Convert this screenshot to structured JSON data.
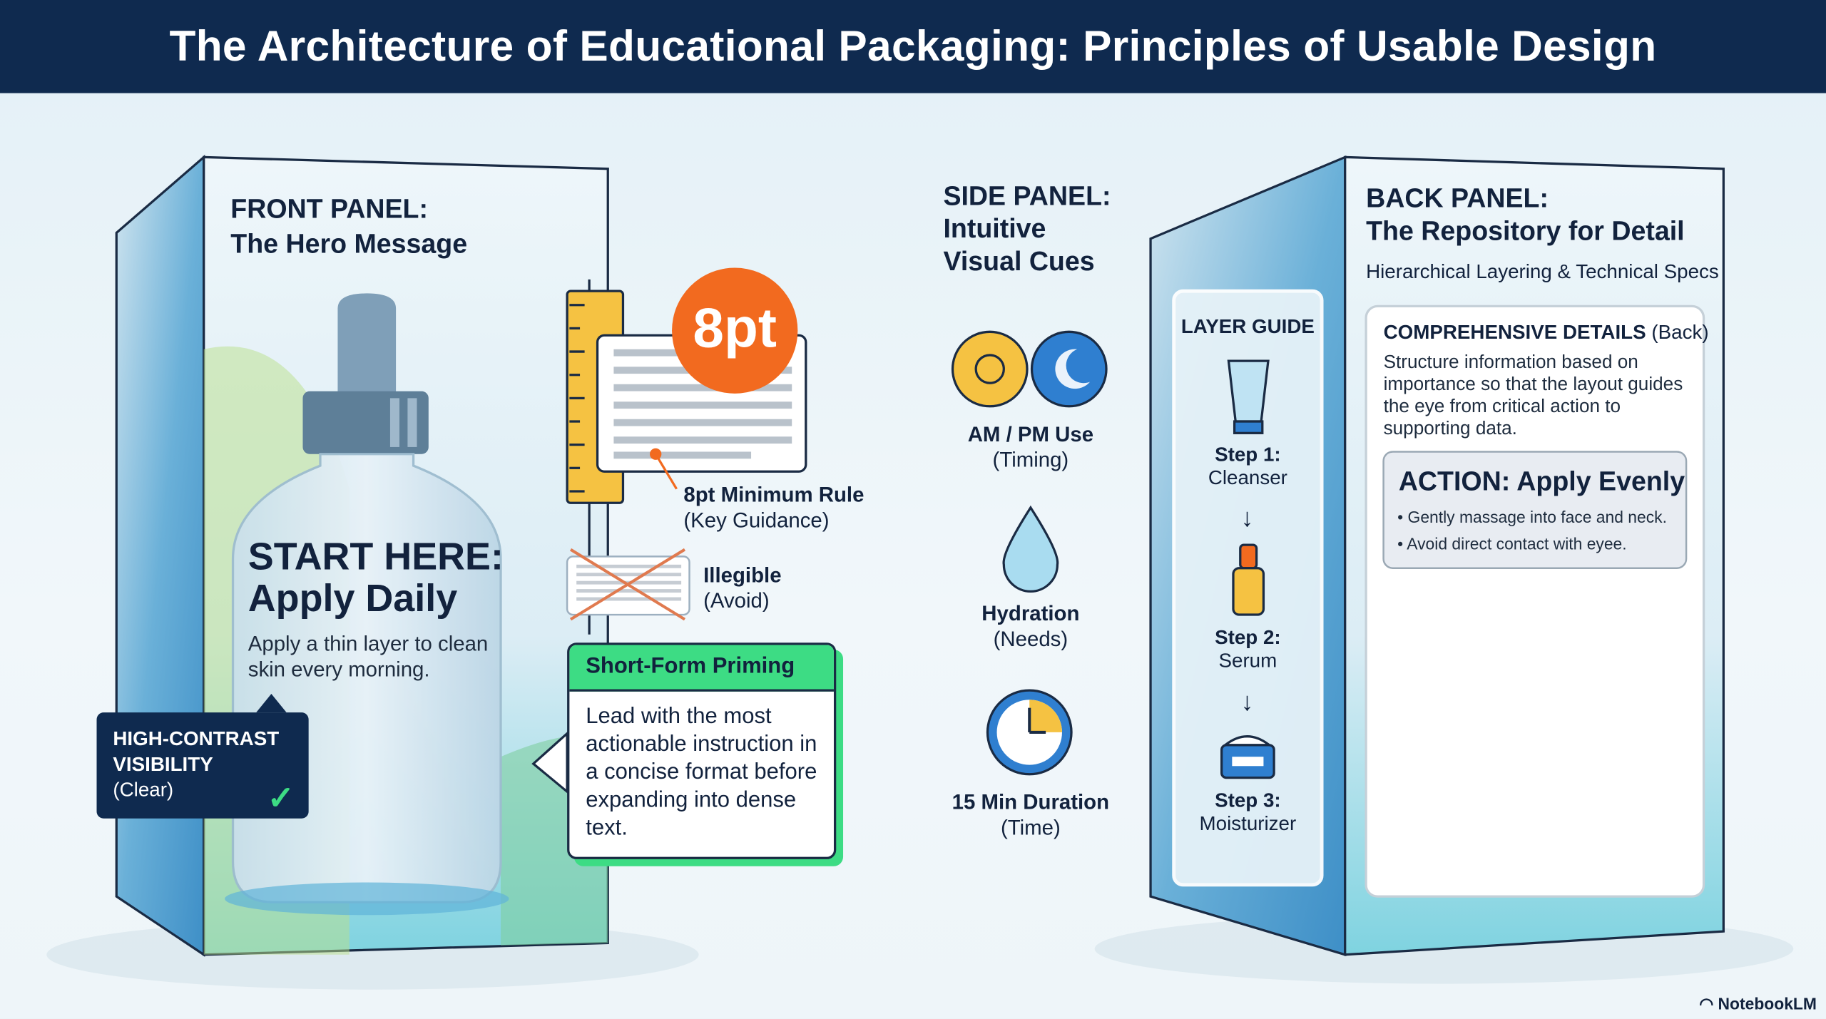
{
  "title": "The Architecture of Educational Packaging: Principles of Usable Design",
  "front": {
    "heading1": "FRONT PANEL:",
    "heading2": "The Hero Message",
    "start1": "START HERE:",
    "start2": "Apply Daily",
    "instruction": "Apply a thin layer to clean skin every morning.",
    "badge": {
      "line1": "HIGH-CONTRAST",
      "line2": "VISIBILITY",
      "line3": "(Clear)"
    },
    "size_badge": "8pt",
    "rule_title": "8pt Minimum Rule",
    "rule_sub": "(Key Guidance)",
    "illegible_title": "Illegible",
    "illegible_sub": "(Avoid)",
    "priming_title": "Short-Form Priming",
    "priming_text": "Lead with the most actionable instruction in a concise format before expanding into dense text."
  },
  "side": {
    "heading1": "SIDE PANEL:",
    "heading2": "Intuitive",
    "heading3": "Visual Cues",
    "cues": [
      {
        "icon": "sun-moon-icon",
        "title": "AM / PM Use",
        "sub": "(Timing)"
      },
      {
        "icon": "water-drop-icon",
        "title": "Hydration",
        "sub": "(Needs)"
      },
      {
        "icon": "clock-icon",
        "title": "15 Min Duration",
        "sub": "(Time)"
      }
    ]
  },
  "back": {
    "heading1": "BACK PANEL:",
    "heading2": "The Repository for Detail",
    "subtitle": "Hierarchical Layering & Technical Specs",
    "layer_guide": {
      "title": "LAYER GUIDE",
      "steps": [
        {
          "label": "Step 1:",
          "name": "Cleanser"
        },
        {
          "label": "Step 2:",
          "name": "Serum"
        },
        {
          "label": "Step 3:",
          "name": "Moisturizer"
        }
      ]
    },
    "details_title": "COMPREHENSIVE DETAILS",
    "details_suffix": "(Back)",
    "details_text": "Structure information based on importance so that the layout guides the eye from critical action to supporting data.",
    "action_title": "ACTION: Apply Evenly",
    "action_bullets": [
      "Gently massage into face and neck.",
      "Avoid direct contact with eyee."
    ]
  },
  "branding": "NotebookLM",
  "colors": {
    "navy": "#0f2a4f",
    "orange": "#f26a1f",
    "green": "#3ddc84",
    "yellow": "#f5c242"
  }
}
